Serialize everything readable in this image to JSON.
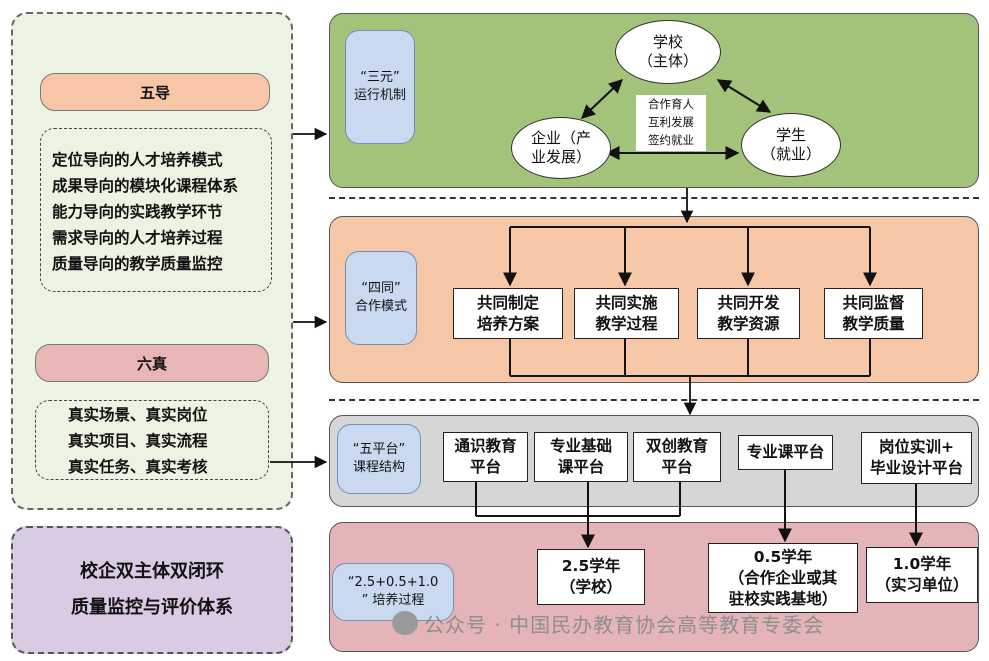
{
  "left_panel": {
    "wudao": {
      "title": "五导",
      "items": [
        "定位导向的人才培养模式",
        "成果导向的模块化课程体系",
        "能力导向的实践教学环节",
        "需求导向的人才培养过程",
        "质量导向的教学质量监控"
      ]
    },
    "liuzhen": {
      "title": "六真",
      "items": [
        "真实场景、真实岗位",
        "真实项目、真实流程",
        "真实任务、真实考核"
      ]
    }
  },
  "bottom_left": {
    "line1": "校企双主体双闭环",
    "line2": "质量监控与评价体系"
  },
  "row1": {
    "label_line1": "“三元”",
    "label_line2": "运行机制",
    "school_line1": "学校",
    "school_line2": "（主体）",
    "enterprise_line1": "企业（产",
    "enterprise_line2": "业发展）",
    "student_line1": "学生",
    "student_line2": "（就业）",
    "center": [
      "合作育人",
      "互利发展",
      "签约就业"
    ]
  },
  "row2": {
    "label_line1": "“四同”",
    "label_line2": "合作模式",
    "boxes": [
      {
        "line1": "共同制定",
        "line2": "培养方案"
      },
      {
        "line1": "共同实施",
        "line2": "教学过程"
      },
      {
        "line1": "共同开发",
        "line2": "教学资源"
      },
      {
        "line1": "共同监督",
        "line2": "教学质量"
      }
    ]
  },
  "row3": {
    "label_line1": "“五平台”",
    "label_line2": "课程结构",
    "boxes": [
      {
        "line1": "通识教育",
        "line2": "平台"
      },
      {
        "line1": "专业基础",
        "line2": "课平台"
      },
      {
        "line1": "双创教育",
        "line2": "平台"
      },
      {
        "line1": "专业课平台",
        "line2": ""
      },
      {
        "line1": "岗位实训+",
        "line2": "毕业设计平台"
      }
    ]
  },
  "row4": {
    "label_line1": "“2.5+0.5+1.0",
    "label_line2": "” 培养过程",
    "boxes": [
      {
        "line1": "2.5学年",
        "line2": "（学校）",
        "line3": ""
      },
      {
        "line1": "0.5学年",
        "line2": "（合作企业或其",
        "line3": "驻校实践基地）"
      },
      {
        "line1": "1.0学年",
        "line2": "（实习单位）",
        "line3": ""
      }
    ]
  },
  "watermark": "公众号 · 中国民办教育协会高等教育专委会",
  "colors": {
    "row1_bg": "#a3c27a",
    "row2_bg": "#f6c7a6",
    "row3_bg": "#d6d6d6",
    "row4_bg": "#e5b4b8",
    "label_pill": "#c9daf0",
    "left_panel": "#edf3e2",
    "bottom_left": "#d9cbe3"
  }
}
